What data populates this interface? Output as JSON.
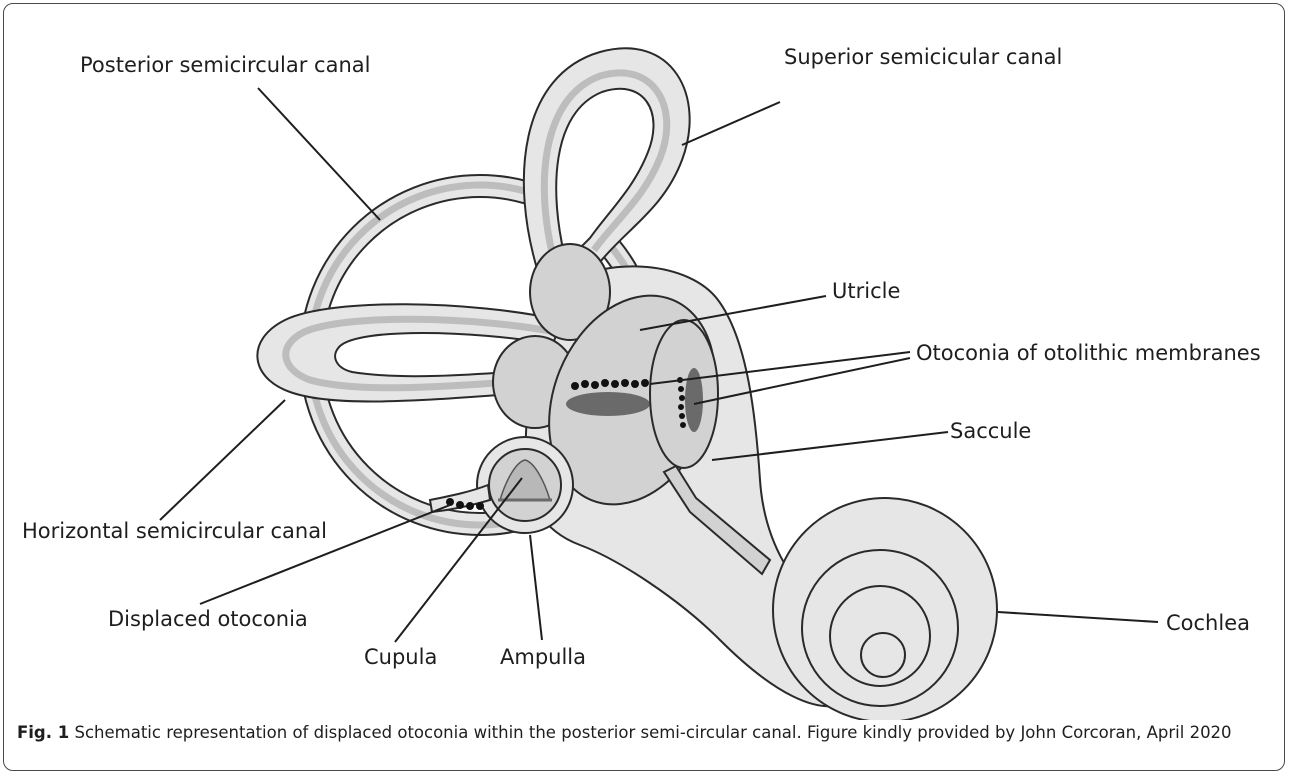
{
  "labels": {
    "posterior_canal": "Posterior semicircular canal",
    "superior_canal": "Superior semicicular canal",
    "utricle": "Utricle",
    "otoconia_membranes": "Otoconia of otolithic membranes",
    "saccule": "Saccule",
    "horizontal_canal": "Horizontal semicircular canal",
    "displaced_otoconia": "Displaced otoconia",
    "cupula": "Cupula",
    "ampulla": "Ampulla",
    "cochlea": "Cochlea"
  },
  "caption": {
    "label": "Fig. 1",
    "text": " Schematic representation of displaced otoconia within the posterior semi-circular canal. Figure kindly provided by John Corcoran, April 2020"
  },
  "colors": {
    "outline": "#2a2a2a",
    "light_fill": "#e6e6e6",
    "medium_fill": "#d2d2d2",
    "dark_fill": "#6a6a6a",
    "otoconia": "#111111"
  }
}
